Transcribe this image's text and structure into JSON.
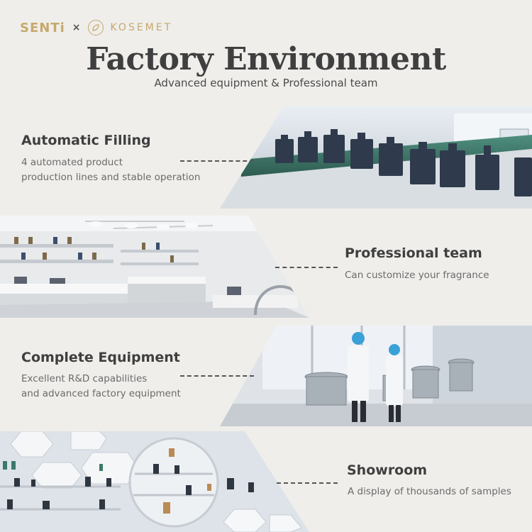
{
  "header": {
    "brand_left": "SENTi",
    "separator": "×",
    "brand_right": "KOSEMET",
    "title": "Factory Environment",
    "subtitle": "Advanced equipment & Professional team"
  },
  "sections": [
    {
      "title": "Automatic Filling",
      "desc_line1": "4 automated product",
      "desc_line2": "production lines and stable operation"
    },
    {
      "title": "Professional team",
      "desc_line1": "Can customize your fragrance"
    },
    {
      "title": "Complete Equipment",
      "desc_line1": "Excellent R&D capabilities",
      "desc_line2": "and advanced factory equipment"
    },
    {
      "title": "Showroom",
      "desc_line1": "A display of thousands of samples"
    }
  ],
  "colors": {
    "background": "#efeeeb",
    "gold": "#c7a96b",
    "text_dark": "#3f3f3f",
    "text_muted": "#6b6b6b"
  }
}
